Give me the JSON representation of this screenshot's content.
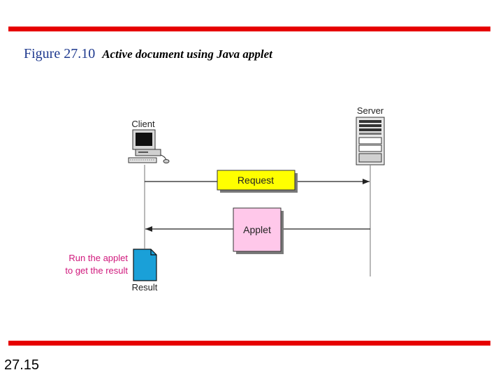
{
  "figure": {
    "label": "Figure 27.10",
    "title": "Active document using Java applet"
  },
  "slide_number": "27.15",
  "diagram": {
    "client_label": "Client",
    "server_label": "Server",
    "request_label": "Request",
    "applet_label": "Applet",
    "note_line1": "Run the applet",
    "note_line2": "to get the result",
    "result_label": "Result"
  },
  "colors": {
    "rule": "#e60000",
    "figure_label": "#1f3a8f",
    "request_box": "#ffff00",
    "applet_box": "#ffc8ea",
    "note_text": "#d0187c",
    "document_icon": "#1aa0d8"
  },
  "icons": [
    "computer-icon",
    "server-icon",
    "document-icon"
  ]
}
